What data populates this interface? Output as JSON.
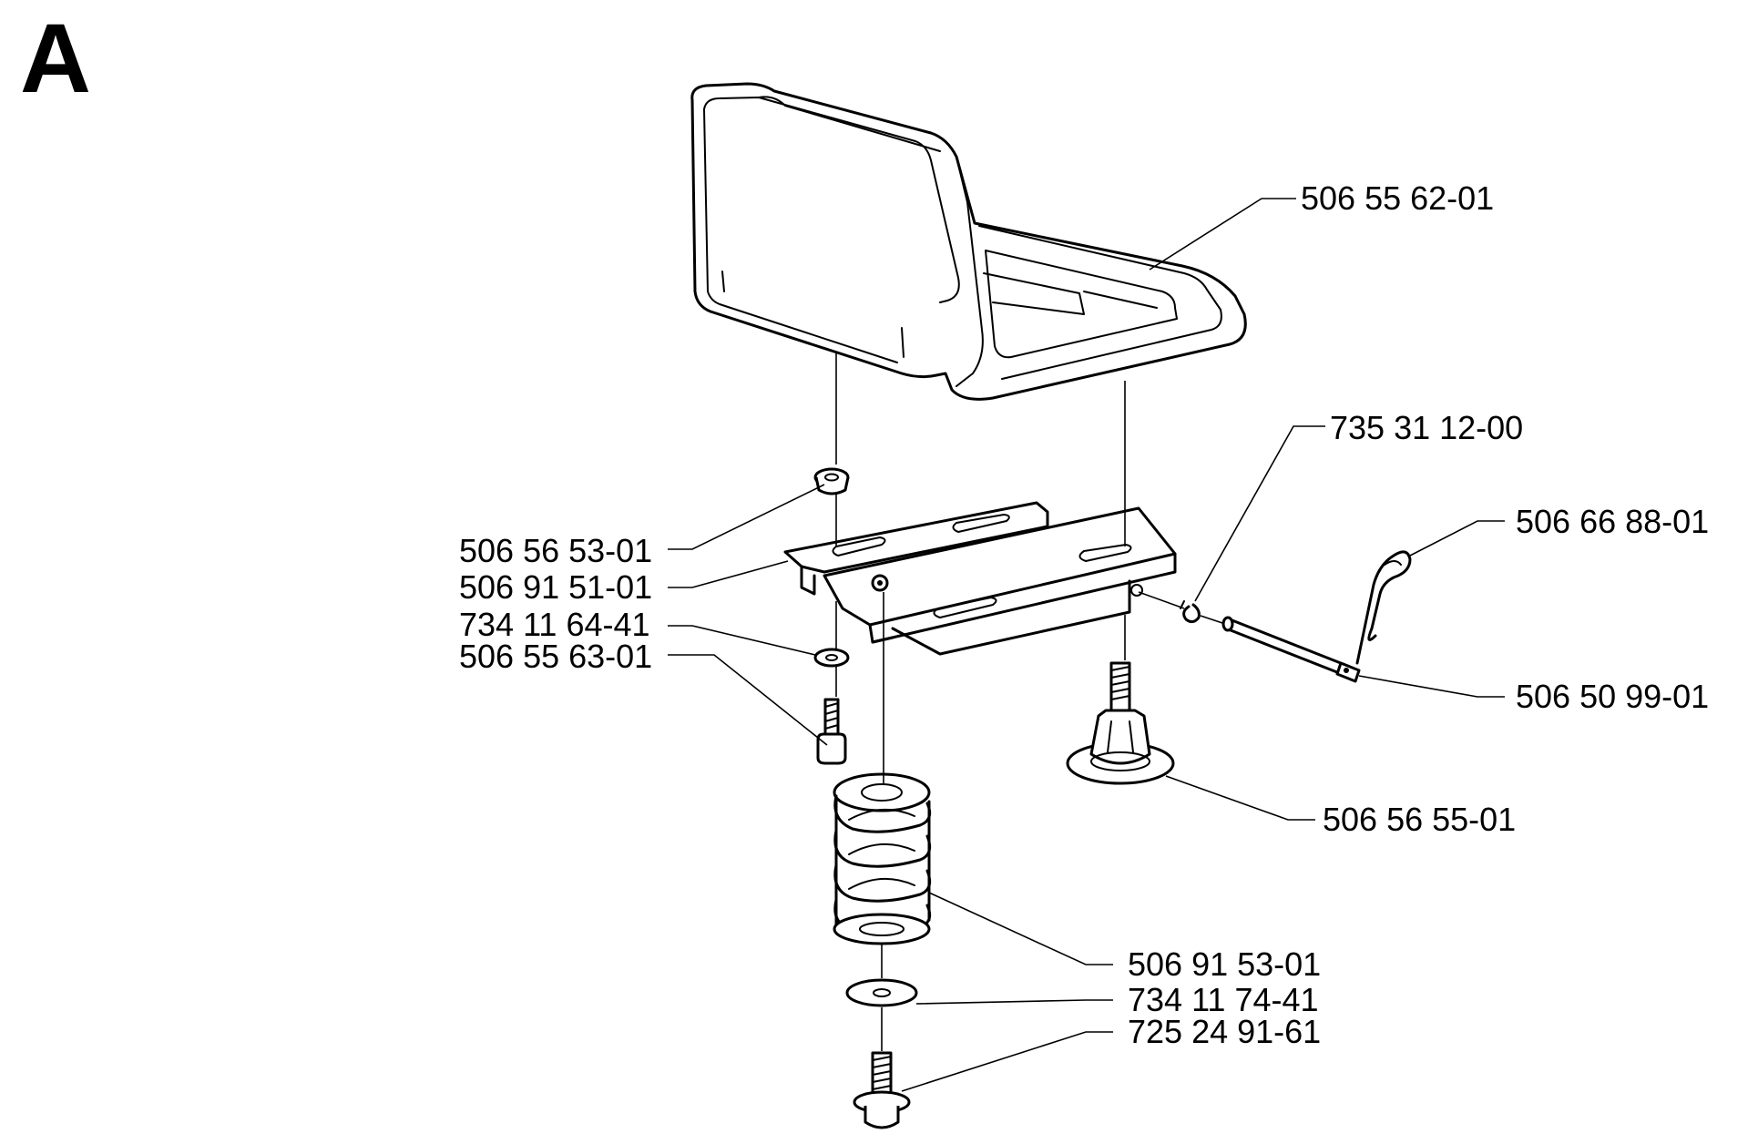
{
  "section_letter": "A",
  "parts": [
    {
      "id": "seat",
      "part_number": "506 55 62-01"
    },
    {
      "id": "clip",
      "part_number": "735 31 12-00"
    },
    {
      "id": "hairpin",
      "part_number": "506 66 88-01"
    },
    {
      "id": "rubber-grommet",
      "part_number": "506 56 53-01"
    },
    {
      "id": "seat-bracket",
      "part_number": "506 91 51-01"
    },
    {
      "id": "washer-small",
      "part_number": "734 11 64-41"
    },
    {
      "id": "bolt",
      "part_number": "506 55 63-01"
    },
    {
      "id": "pin",
      "part_number": "506 50 99-01"
    },
    {
      "id": "adjust-knob",
      "part_number": "506 56 55-01"
    },
    {
      "id": "spring",
      "part_number": "506 91 53-01"
    },
    {
      "id": "washer-large",
      "part_number": "734 11 74-41"
    },
    {
      "id": "flange-bolt",
      "part_number": "725 24 91-61"
    }
  ]
}
